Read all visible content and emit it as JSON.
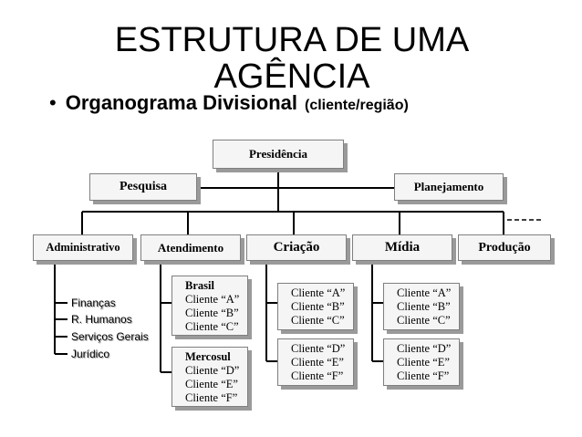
{
  "title": {
    "line1": "ESTRUTURA DE UMA",
    "line2": "AGÊNCIA"
  },
  "bullet": {
    "symbol": "•",
    "main": "Organograma Divisional",
    "sub": "(cliente/região)"
  },
  "org": {
    "top": "Presidência",
    "staff_left": "Pesquisa",
    "staff_right": "Planejamento",
    "divisions": [
      "Administrativo",
      "Atendimento",
      "Criação",
      "Mídia",
      "Produção"
    ],
    "administrativo_items": [
      "Finanças",
      "R. Humanos",
      "Serviços Gerais",
      "Jurídico"
    ],
    "atendimento_groups": [
      {
        "head": "Brasil",
        "items": [
          "Cliente “A”",
          "Cliente “B”",
          "Cliente “C”"
        ]
      },
      {
        "head": "Mercosul",
        "items": [
          "Cliente “D”",
          "Cliente “E”",
          "Cliente “F”"
        ]
      }
    ],
    "criacao_groups": [
      {
        "items": [
          "Cliente “A”",
          "Cliente “B”",
          "Cliente “C”"
        ]
      },
      {
        "items": [
          "Cliente “D”",
          "Cliente “E”",
          "Cliente “F”"
        ]
      }
    ],
    "midia_groups": [
      {
        "items": [
          "Cliente “A”",
          "Cliente “B”",
          "Cliente “C”"
        ]
      },
      {
        "items": [
          "Cliente “D”",
          "Cliente “E”",
          "Cliente “F”"
        ]
      }
    ]
  }
}
